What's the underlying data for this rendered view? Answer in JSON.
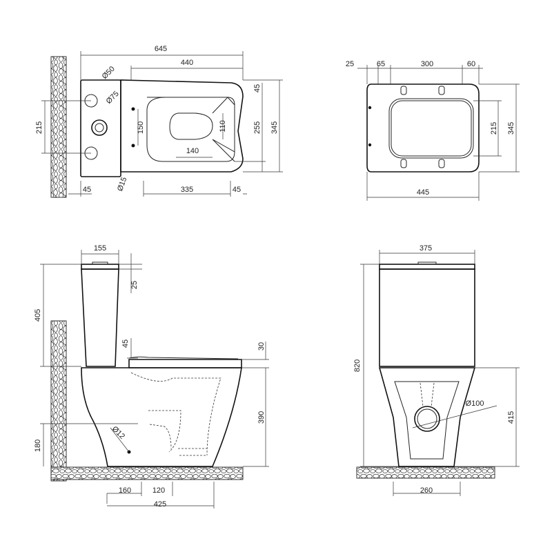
{
  "views": {
    "top": {
      "dims": {
        "overall_length": "645",
        "bowl_length": "440",
        "tank_hole": "Ø50",
        "outlet_dia": "Ø75",
        "hole_spacing": "215",
        "rear_offset": "45",
        "fixing_spacing": "150",
        "fixing_dia": "Ø15",
        "rim_offset": "45",
        "basin_depth": "110",
        "width_255": "255",
        "width_345": "345",
        "basin_width": "140",
        "front_length": "335",
        "front_offset": "45"
      }
    },
    "seat": {
      "dims": {
        "d25": "25",
        "d65": "65",
        "d300": "300",
        "d60": "60",
        "d215": "215",
        "d345": "345",
        "d445": "445"
      }
    },
    "side": {
      "dims": {
        "tank_depth": "155",
        "lid_thickness": "25",
        "tank_height": "405",
        "seat_gap": "45",
        "seat_thickness": "30",
        "bowl_height": "390",
        "inlet_height": "180",
        "inlet_dia": "Ø12",
        "d160": "160",
        "d120": "120",
        "d425": "425"
      }
    },
    "front": {
      "dims": {
        "tank_width": "375",
        "total_height": "820",
        "outlet_height": "415",
        "outlet_dia": "Ø100",
        "base_width": "260"
      }
    }
  }
}
